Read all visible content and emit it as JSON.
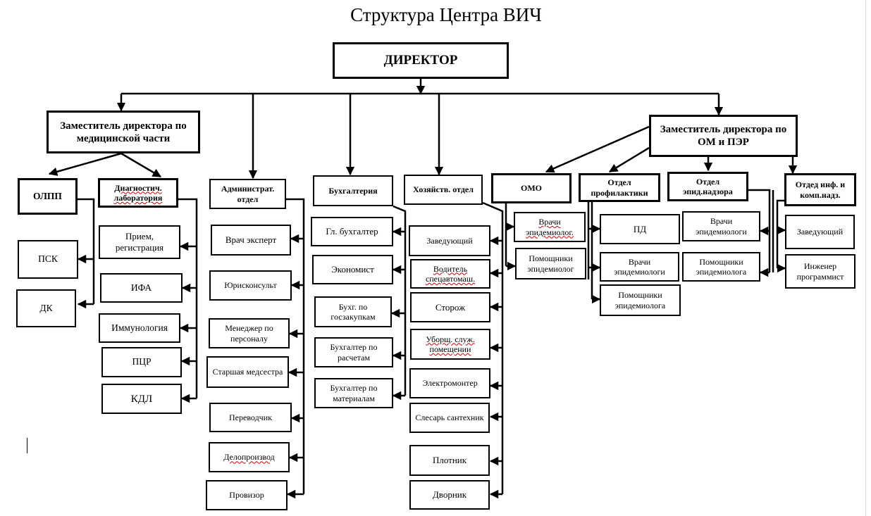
{
  "title": "Структура Центра ВИЧ",
  "director": "ДИРЕКТОР",
  "deputy_med": "Заместитель директора по медицинской части",
  "deputy_om": "Заместитель директора по ОМ и ПЭР",
  "olpp": "ОЛПП",
  "psk": "ПСК",
  "dk": "ДК",
  "diag_lab": "Диагностич. лаборатория",
  "lab_items": [
    "Прием, регистрация",
    "ИФА",
    "Иммунология",
    "ПЦР",
    "КДЛ"
  ],
  "admin_dept": "Администрат. отдел",
  "admin_items": [
    "Врач эксперт",
    "Юрисконсульт",
    "Менеджер по персоналу",
    "Старшая медсестра",
    "Переводчик",
    "Делопроизвод",
    "Провизор"
  ],
  "accounting": "Бухгалтерия",
  "acc_items": [
    "Гл. бухгалтер",
    "Экономист",
    "Бухг. по госзакупкам",
    "Бухгалтер по расчетам",
    "Бухгалтер по материалам"
  ],
  "household": "Хозяйств. отдел",
  "house_items": [
    "Заведующий",
    "Водитель спецавтомаш.",
    "Сторож",
    "Уборщ. служ. помещении",
    "Электромонтер",
    "Слесарь сантехник",
    "Плотник",
    "Дворник"
  ],
  "omo": "ОМО",
  "omo_items": [
    "Врачи эпидемиолог.",
    "Помощники эпидемиолог"
  ],
  "prof": "Отдел профилактики",
  "prof_items": [
    "ПД",
    "Врачи эпидемиологи",
    "Помощники эпидемиолога"
  ],
  "epid": "Отдел эпид.надзора",
  "epid_items": [
    "Врачи эпидемиологи",
    "Помощники эпидемиолога"
  ],
  "info": "Отдед инф. и комп.надз.",
  "info_items": [
    "Заведующий",
    "Инженер программист"
  ]
}
